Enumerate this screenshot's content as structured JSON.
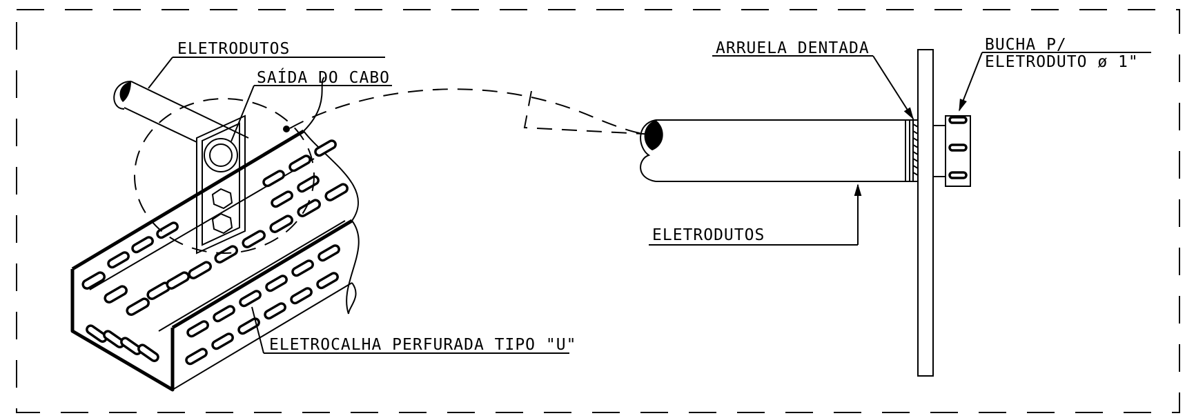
{
  "labels": {
    "eletrodutos_left": "ELETRODUTOS",
    "saida_do_cabo": "SAÍDA DO CABO",
    "eletrocalha": "ELETROCALHA PERFURADA TIPO \"U\"",
    "arruela_dentada": "ARRUELA DENTADA",
    "bucha_line1": "BUCHA P/",
    "bucha_line2": "ELETRODUTO ø 1\"",
    "eletrodutos_right": "ELETRODUTOS"
  }
}
